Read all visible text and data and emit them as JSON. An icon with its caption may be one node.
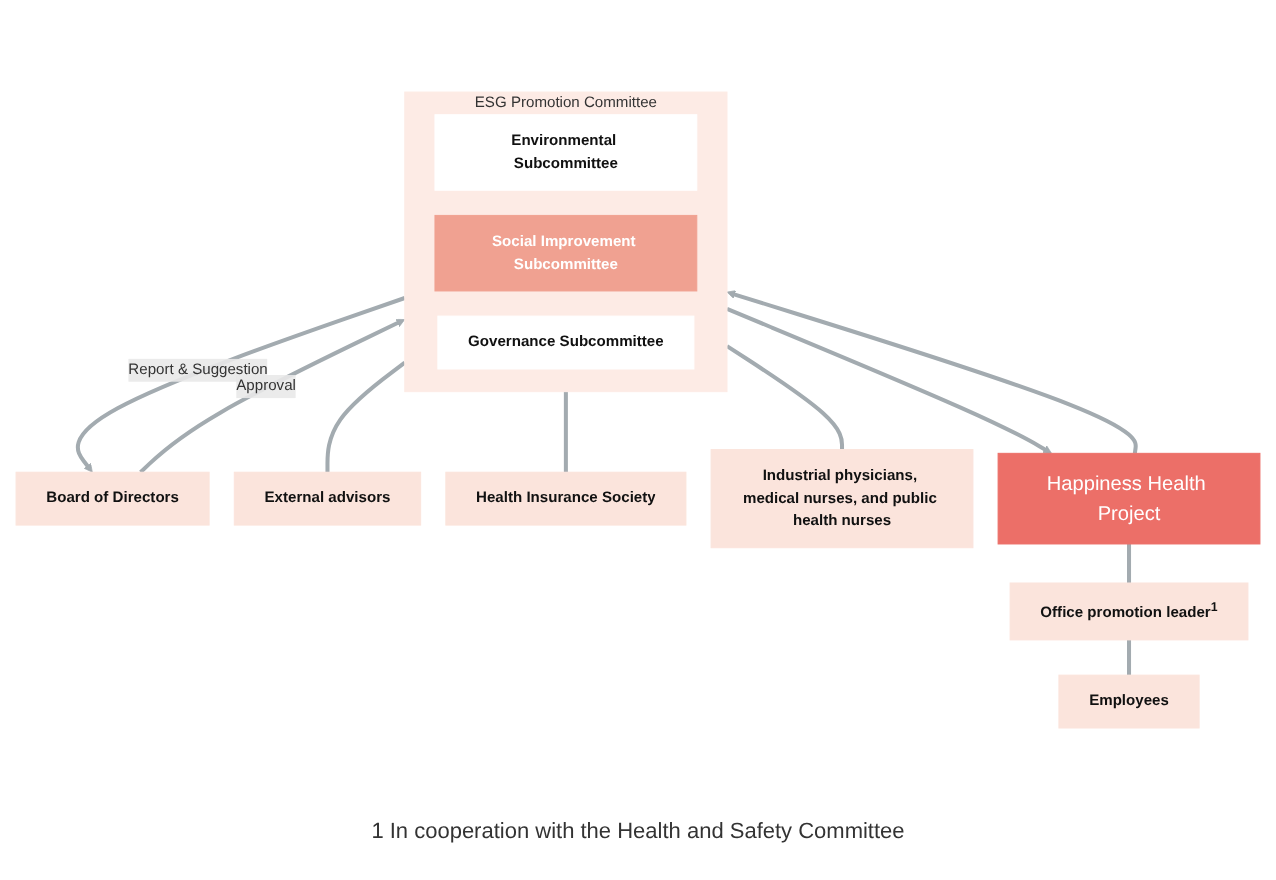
{
  "diagram": {
    "nodes": [
      {
        "text": [
          "Board of Directors"
        ]
      },
      {
        "text": [
          "ESG Promotion Committee"
        ]
      },
      {
        "text": [
          "Environmental Subcommittee"
        ],
        "in": 1
      },
      {
        "text": [
          "Social Improvement Subcommittee"
        ],
        "in": 1
      },
      {
        "text": [
          "Governance Subcommittee"
        ],
        "in": 1
      },
      {
        "text": [
          "External advisors"
        ]
      },
      {
        "text": [
          "Health Insurance Society"
        ]
      },
      {
        "text": [
          "Industrial physicians, medical nurses, and public health nurses"
        ]
      },
      {
        "text": [
          "Happiness Health Project"
        ]
      },
      {
        "text": [
          "Office promotion leader$^{1}$"
        ]
      },
      {
        "text": [
          "Employees"
        ]
      }
    ],
    "edges": [
      {
        "from": 1,
        "to": 0,
        "arrow": "to",
        "label": "Report & Suggestion"
      },
      {
        "from": 0,
        "to": 1,
        "arrow": "to",
        "label": "Approval"
      },
      {
        "from": 1,
        "to": 5,
        "arrow": "none"
      },
      {
        "from": 1,
        "to": 6,
        "arrow": "none"
      },
      {
        "from": 1,
        "to": 7,
        "arrow": "none"
      },
      {
        "from": 8,
        "to": 1,
        "arrow": "to"
      },
      {
        "from": 1,
        "to": 8,
        "arrow": "to"
      },
      {
        "from": 8,
        "to": 9,
        "arrow": "none"
      },
      {
        "from": 9,
        "to": 10,
        "arrow": "none"
      }
    ],
    "labels": [
      "1 In cooperation with the Health and Safety Committee"
    ]
  }
}
